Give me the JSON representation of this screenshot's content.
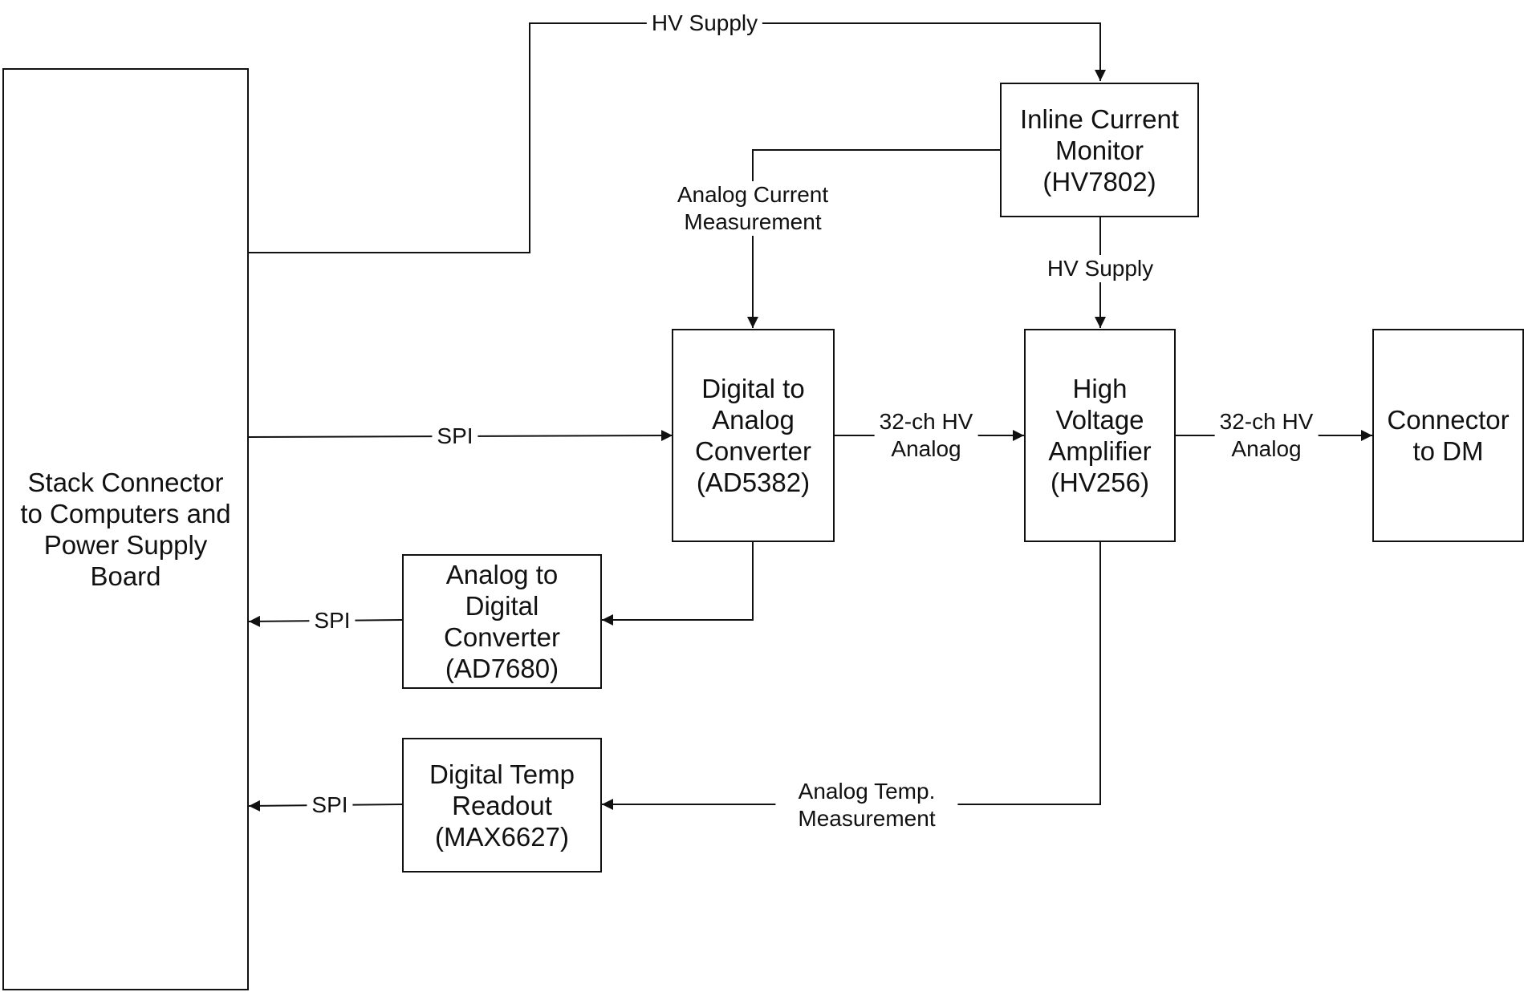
{
  "blocks": {
    "stack_connector": "Stack Connector\nto Computers and\nPower Supply\nBoard",
    "inline_current_monitor": "Inline Current\nMonitor\n(HV7802)",
    "dac": "Digital to\nAnalog\nConverter\n(AD5382)",
    "hv_amplifier": "High\nVoltage\nAmplifier\n(HV256)",
    "connector_dm": "Connector\nto DM",
    "adc": "Analog to\nDigital\nConverter\n(AD7680)",
    "temp_readout": "Digital Temp\nReadout\n(MAX6627)"
  },
  "labels": {
    "hv_supply_top": "HV Supply",
    "hv_supply_mid": "HV Supply",
    "analog_current": "Analog Current\nMeasurement",
    "spi_dac": "SPI",
    "spi_adc": "SPI",
    "spi_temp": "SPI",
    "hv_analog_1": "32-ch HV\nAnalog",
    "hv_analog_2": "32-ch HV\nAnalog",
    "analog_temp": "Analog Temp.\nMeasurement"
  }
}
